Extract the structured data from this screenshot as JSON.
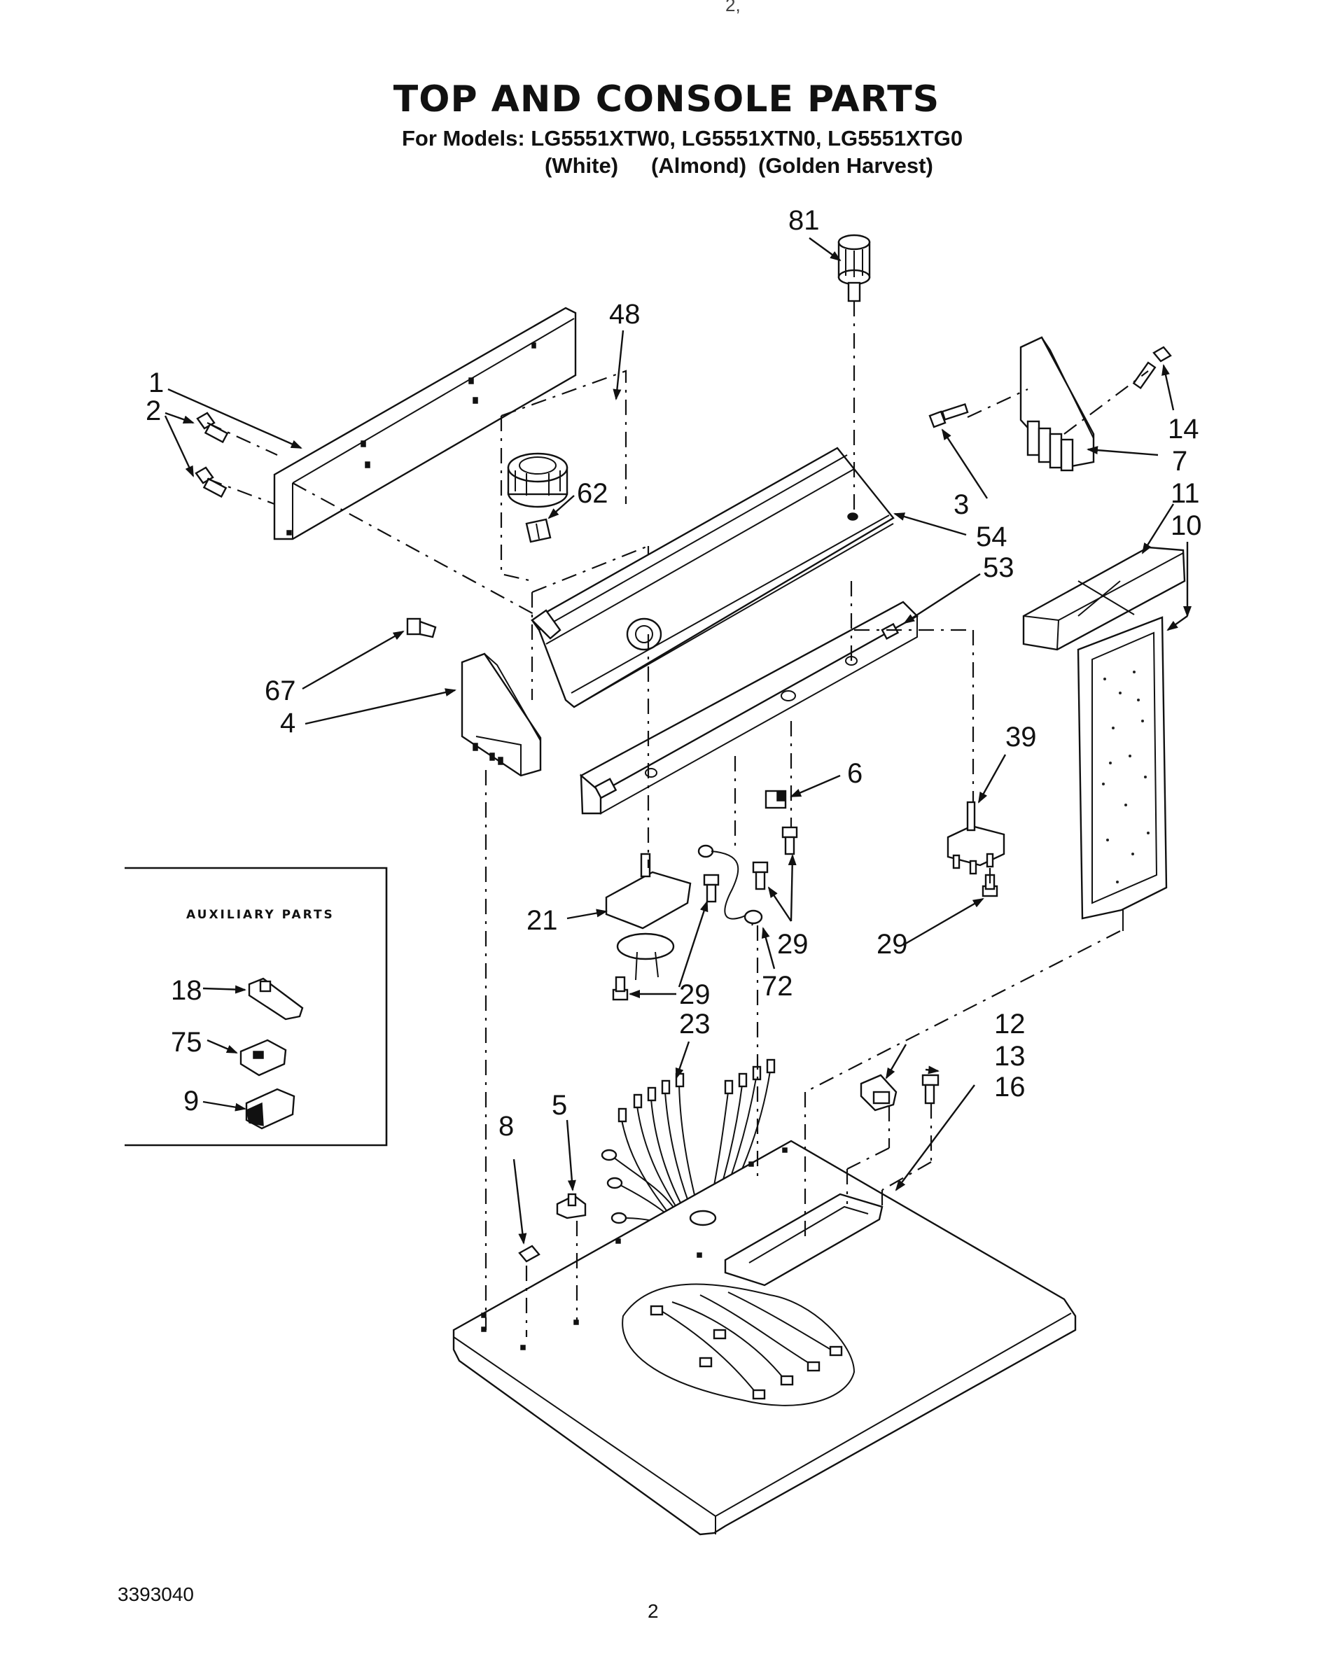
{
  "header": {
    "title": "TOP AND CONSOLE PARTS",
    "subtitle": "For Models: LG5551XTW0, LG5551XTN0, LG5551XTG0",
    "colors": [
      "(White)",
      "(Almond)",
      "(Golden Harvest)"
    ]
  },
  "auxiliary": {
    "title": "AUXILIARY PARTS"
  },
  "callouts": {
    "c1": "1",
    "c2": "2",
    "c3": "3",
    "c4": "4",
    "c5": "5",
    "c6": "6",
    "c7": "7",
    "c8": "8",
    "c9": "9",
    "c10": "10",
    "c11": "11",
    "c12": "12",
    "c13": "13",
    "c14": "14",
    "c16": "16",
    "c18": "18",
    "c21": "21",
    "c23": "23",
    "c29a": "29",
    "c29b": "29",
    "c29c": "29",
    "c39": "39",
    "c48": "48",
    "c53": "53",
    "c54": "54",
    "c62": "62",
    "c67": "67",
    "c72": "72",
    "c75": "75",
    "c81": "81"
  },
  "footer": {
    "doc_number": "3393040",
    "page_number": "2",
    "top_mark": "2,"
  }
}
